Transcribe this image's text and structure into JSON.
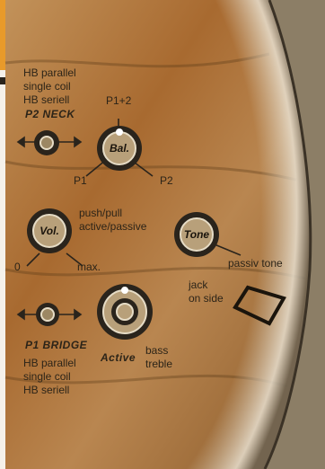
{
  "colors": {
    "accent": "#e89a2a",
    "wood": "#b67a3e",
    "knob": "#2a241c",
    "text": "#2c2418"
  },
  "switch_p2": {
    "lines": [
      "HB parallel",
      "single coil",
      "HB seriell"
    ],
    "name": "P2 NECK",
    "icon": "toggle-switch-icon"
  },
  "balance": {
    "label": "Bal.",
    "top": "P1+2",
    "left": "P1",
    "right": "P2"
  },
  "volume": {
    "label": "Vol.",
    "notes": [
      "push/pull",
      "active/passive"
    ],
    "min": "0",
    "max": "max."
  },
  "tone": {
    "label": "Tone",
    "note": "passiv tone"
  },
  "jack": {
    "lines": [
      "jack",
      "on side"
    ]
  },
  "active": {
    "label": "Active",
    "notes": [
      "bass",
      "treble"
    ]
  },
  "switch_p1": {
    "name": "P1 BRIDGE",
    "lines": [
      "HB parallel",
      "single coil",
      "HB seriell"
    ],
    "icon": "toggle-switch-icon"
  }
}
